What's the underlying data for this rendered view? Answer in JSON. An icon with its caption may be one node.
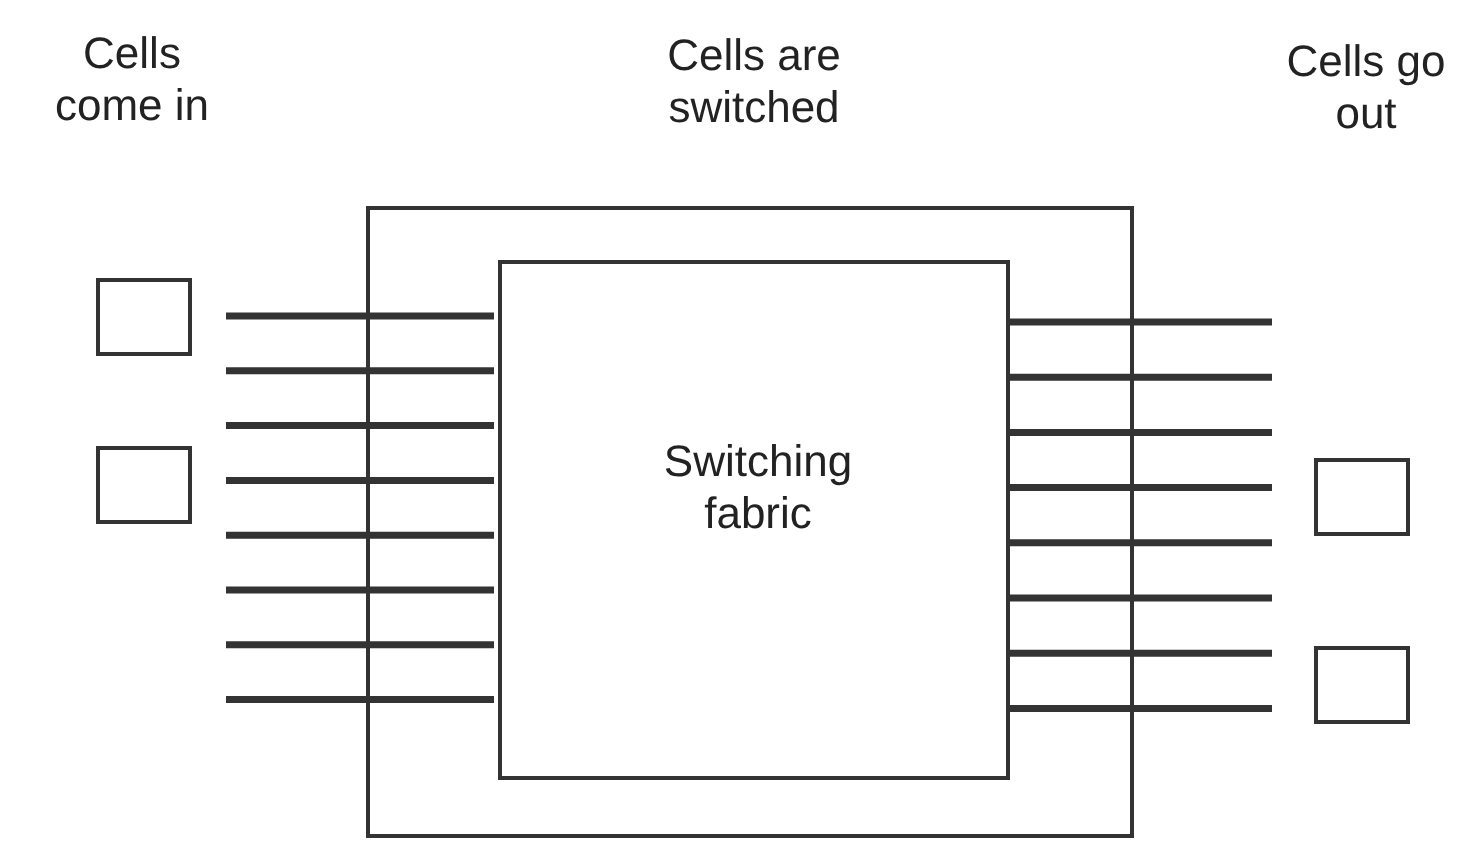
{
  "diagram": {
    "nodes": [
      {
        "text": [
          "Cells are switched"
        ]
      },
      {
        "text": [
          "Switching fabric"
        ],
        "in": 0
      },
      {
        "text": [],
        "shape": "box"
      },
      {
        "text": [],
        "shape": "box"
      },
      {
        "text": [],
        "shape": "box"
      },
      {
        "text": [],
        "shape": "box"
      }
    ],
    "edges": [
      {
        "from": null,
        "to": 1,
        "arrow": "none"
      },
      {
        "from": null,
        "to": 1,
        "arrow": "none"
      },
      {
        "from": null,
        "to": 1,
        "arrow": "none"
      },
      {
        "from": null,
        "to": 1,
        "arrow": "none"
      },
      {
        "from": null,
        "to": 1,
        "arrow": "none"
      },
      {
        "from": null,
        "to": 1,
        "arrow": "none"
      },
      {
        "from": null,
        "to": 1,
        "arrow": "none"
      },
      {
        "from": null,
        "to": 1,
        "arrow": "none"
      },
      {
        "from": 1,
        "to": null,
        "arrow": "none"
      },
      {
        "from": 1,
        "to": null,
        "arrow": "none"
      },
      {
        "from": 1,
        "to": null,
        "arrow": "none"
      },
      {
        "from": 1,
        "to": null,
        "arrow": "none"
      },
      {
        "from": 1,
        "to": null,
        "arrow": "none"
      },
      {
        "from": 1,
        "to": null,
        "arrow": "none"
      },
      {
        "from": 1,
        "to": null,
        "arrow": "none"
      },
      {
        "from": 1,
        "to": null,
        "arrow": "none"
      }
    ],
    "labels": [
      "Cells come in",
      "Cells go out"
    ]
  }
}
